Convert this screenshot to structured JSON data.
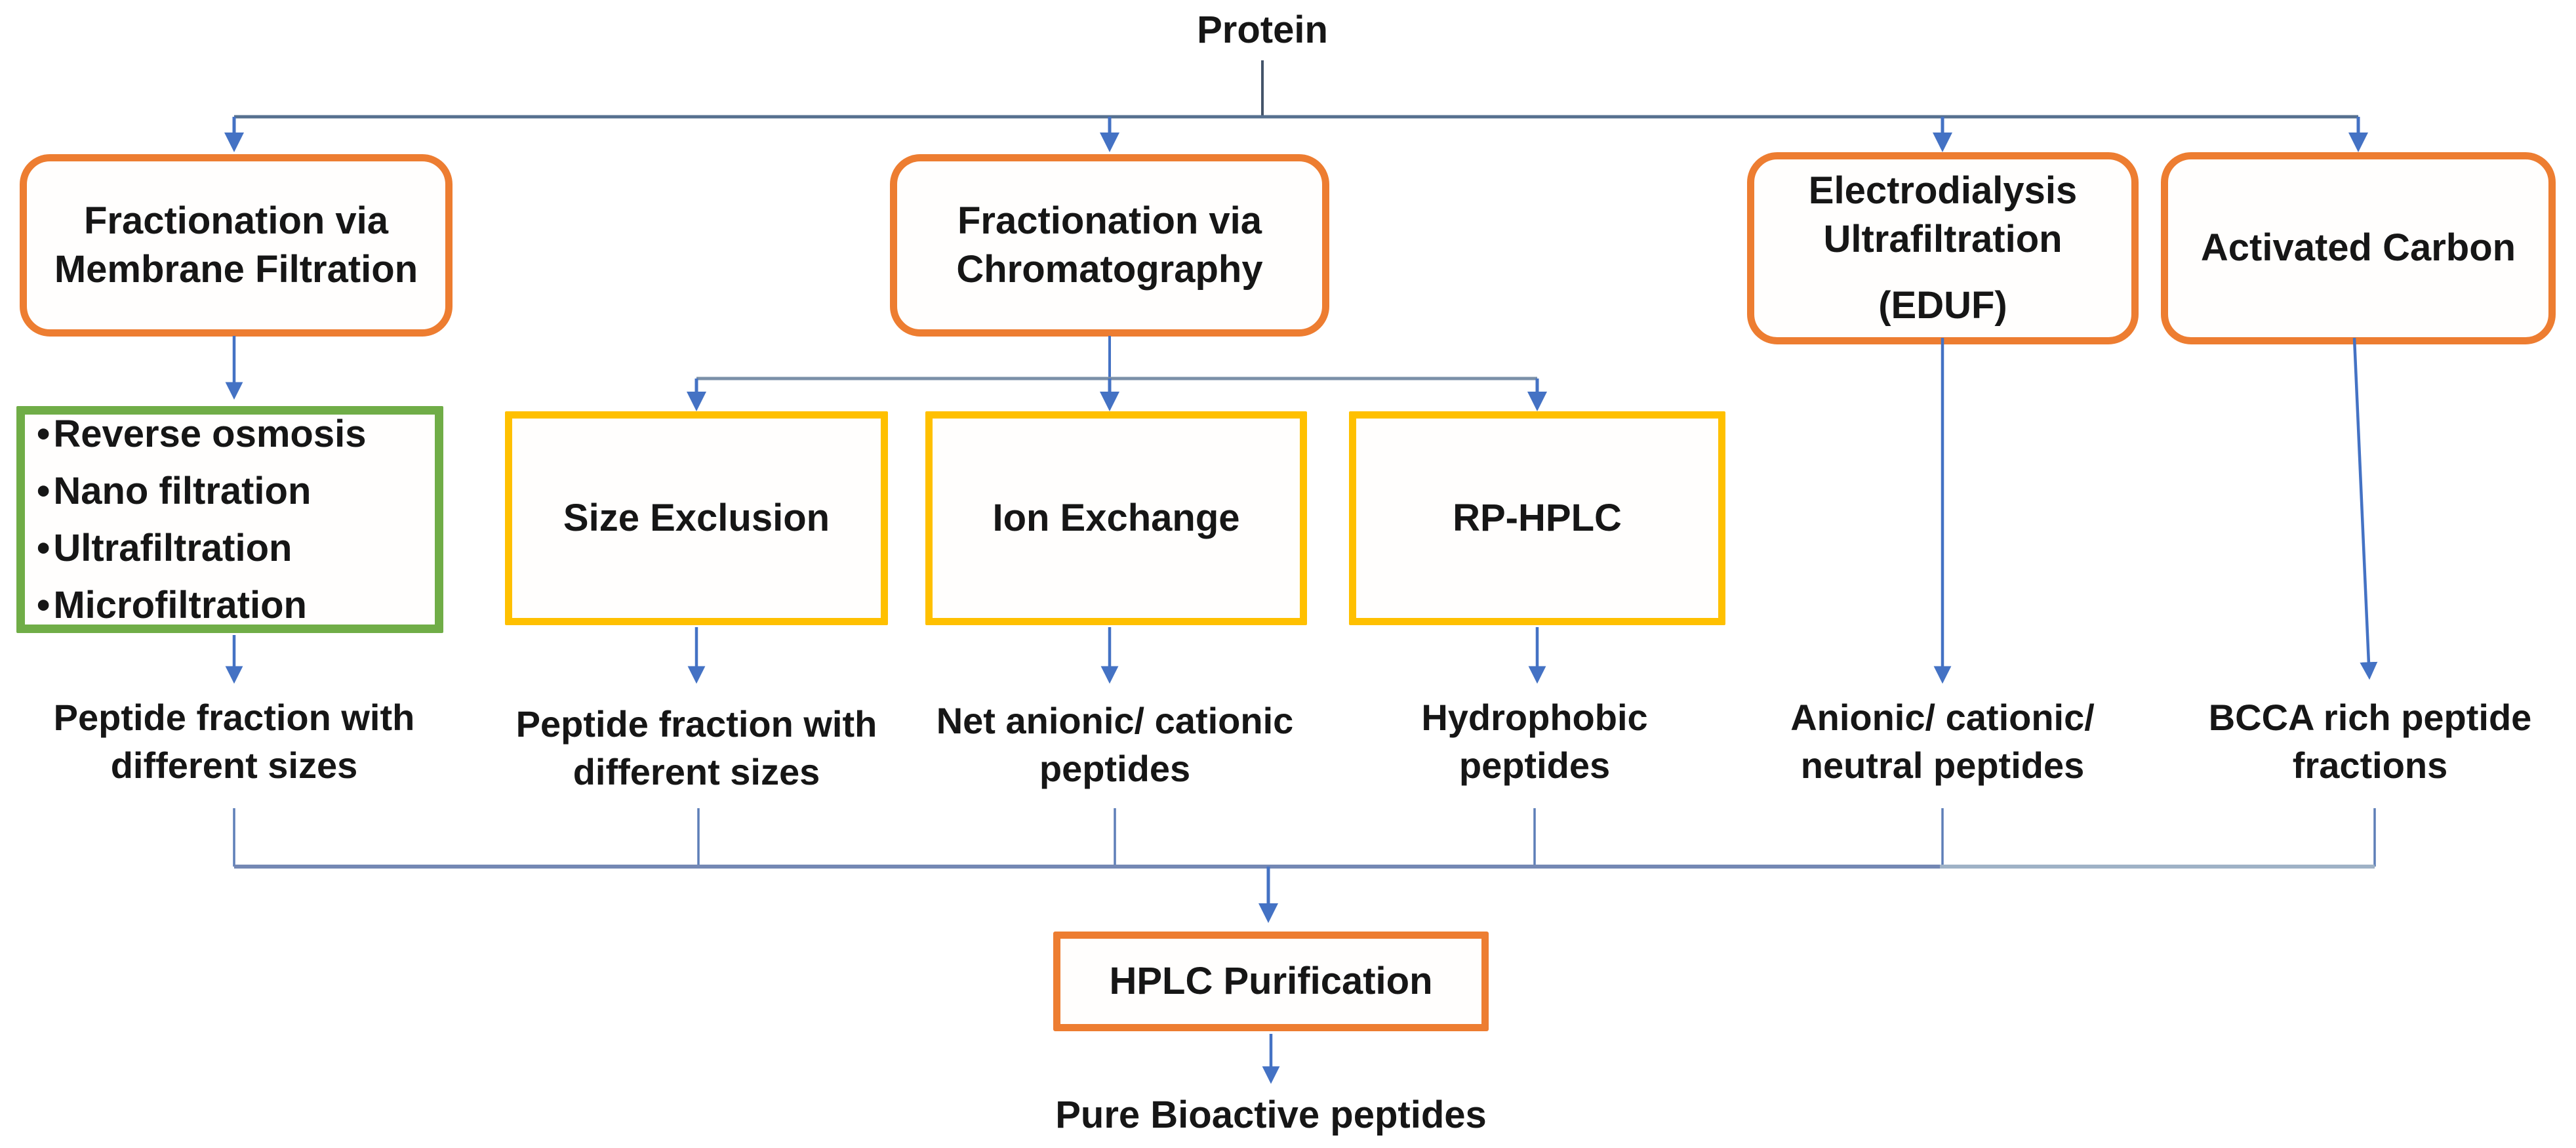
{
  "title": "Protein",
  "colors": {
    "box_orange": "#ED7D31",
    "box_gold": "#FFC000",
    "box_green": "#70AD47",
    "arrow_blue": "#4472C4",
    "rail_dark": "#56708F",
    "splitter_gray_blue": "#7B90A8",
    "merge_left_blue": "#7488B4",
    "merge_right_blue": "#9FB2C6",
    "text": "#161616"
  },
  "boxes": {
    "membrane": {
      "line1": "Fractionation via",
      "line2": "Membrane Filtration"
    },
    "chromatography": {
      "line1": "Fractionation via",
      "line2": "Chromatography"
    },
    "eduf": {
      "line1": "Electrodialysis",
      "line2": "Ultrafiltration",
      "line3": "(EDUF)"
    },
    "carbon": {
      "line1": "Activated Carbon"
    },
    "size_exclusion": {
      "line1": "Size Exclusion"
    },
    "ion_exchange": {
      "line1": "Ion Exchange"
    },
    "rp_hplc": {
      "line1": "RP-HPLC"
    },
    "hplc_purification": {
      "line1": "HPLC Purification"
    }
  },
  "membrane_methods": [
    "Reverse osmosis",
    "Nano filtration",
    "Ultrafiltration",
    "Microfiltration"
  ],
  "outcomes": [
    {
      "line1": "Peptide fraction with",
      "line2": "different sizes"
    },
    {
      "line1": "Peptide fraction with",
      "line2": "different sizes"
    },
    {
      "line1": "Net anionic/ cationic",
      "line2": "peptides"
    },
    {
      "line1": "Hydrophobic",
      "line2": "peptides"
    },
    {
      "line1": "Anionic/ cationic/",
      "line2": "neutral peptides"
    },
    {
      "line1": "BCCA rich peptide",
      "line2": "fractions"
    }
  ],
  "final_result": "Pure Bioactive peptides",
  "edges": [
    "Protein -> Fractionation via Membrane Filtration",
    "Protein -> Fractionation via Chromatography",
    "Protein -> Electrodialysis Ultrafiltration (EDUF)",
    "Protein -> Activated Carbon",
    "Fractionation via Membrane Filtration -> Reverse osmosis/Nano filtration/Ultrafiltration/Microfiltration",
    "Membrane methods -> Peptide fraction with different sizes",
    "Fractionation via Chromatography -> Size Exclusion",
    "Fractionation via Chromatography -> Ion Exchange",
    "Fractionation via Chromatography -> RP-HPLC",
    "Size Exclusion -> Peptide fraction with different sizes",
    "Ion Exchange -> Net anionic/ cationic peptides",
    "RP-HPLC -> Hydrophobic peptides",
    "EDUF -> Anionic/ cationic/ neutral peptides",
    "Activated Carbon -> BCCA rich peptide fractions",
    "All fractions -> HPLC Purification",
    "HPLC Purification -> Pure Bioactive peptides"
  ]
}
